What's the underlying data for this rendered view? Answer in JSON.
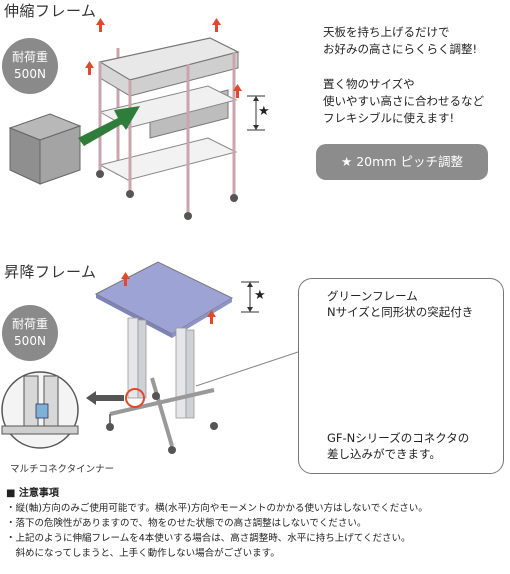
{
  "section1": {
    "title": "伸縮フレーム",
    "badge_line1": "耐荷重",
    "badge_line2": "500N",
    "description1": [
      "天板を持ち上げるだけで",
      "お好みの高さにらくらく調整!"
    ],
    "description2": [
      "置く物のサイズや",
      "使いやすい高さに合わせるなど",
      "フレキシブルに使えます!"
    ],
    "pitch_label": "★ 20mm ピッチ調整",
    "star_mark": "★"
  },
  "section2": {
    "title": "昇降フレーム",
    "badge_line1": "耐荷重",
    "badge_line2": "500N",
    "star_mark": "★",
    "callout_top": [
      "グリーンフレーム",
      "Nサイズと同形状の突起付き"
    ],
    "callout_bottom": [
      "GF-Nシリーズのコネクタの",
      "差し込みができます。"
    ],
    "inner_label": "マルチコネクタインナー"
  },
  "notes": {
    "heading": "■ 注意事項",
    "lines": [
      "・縦(軸)方向のみご使用可能です。横(水平)方向やモーメントのかかる使い方はしないでください。",
      "・落下の危険性がありますので、物をのせた状態での高さ調整はしないでください。",
      "・上記のように伸縮フレームを4本使いする場合は、高さ調整時、水平に持ち上げてください。",
      "　斜めになってしまうと、上手く動作しない場合がございます。"
    ]
  },
  "colors": {
    "arrow_red": "#e0492c",
    "arrow_green": "#2f7d3a",
    "badge_gray": "#8a8a8a",
    "tabletop_blue": "#9ea3d6"
  }
}
